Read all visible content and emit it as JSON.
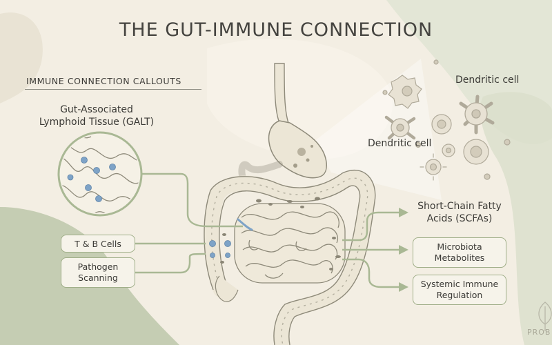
{
  "title": "THE GUT-IMMUNE CONNECTION",
  "callouts_heading": "IMMUNE CONNECTION CALLOUTS",
  "galt_label": "Gut-Associated\nLymphoid Tissue (GALT)",
  "boxes": {
    "tb_cells": "T & B Cells",
    "pathogen": "Pathogen\nScanning",
    "microbiota": "Microbiota\nMetabolites",
    "systemic": "Systemic Immune\nRegulation"
  },
  "scfa_label": "Short-Chain Fatty\nAcids (SCFAs)",
  "dendritic_top": "Dendritic cell",
  "dendritic_mid": "Dendritic cell",
  "brand": "PROB",
  "colors": {
    "sage": "#a9b894",
    "line": "#9fae88",
    "dot": "#7ea3c7",
    "tissue": "#ece6d6",
    "outline": "#8e8a7a"
  }
}
